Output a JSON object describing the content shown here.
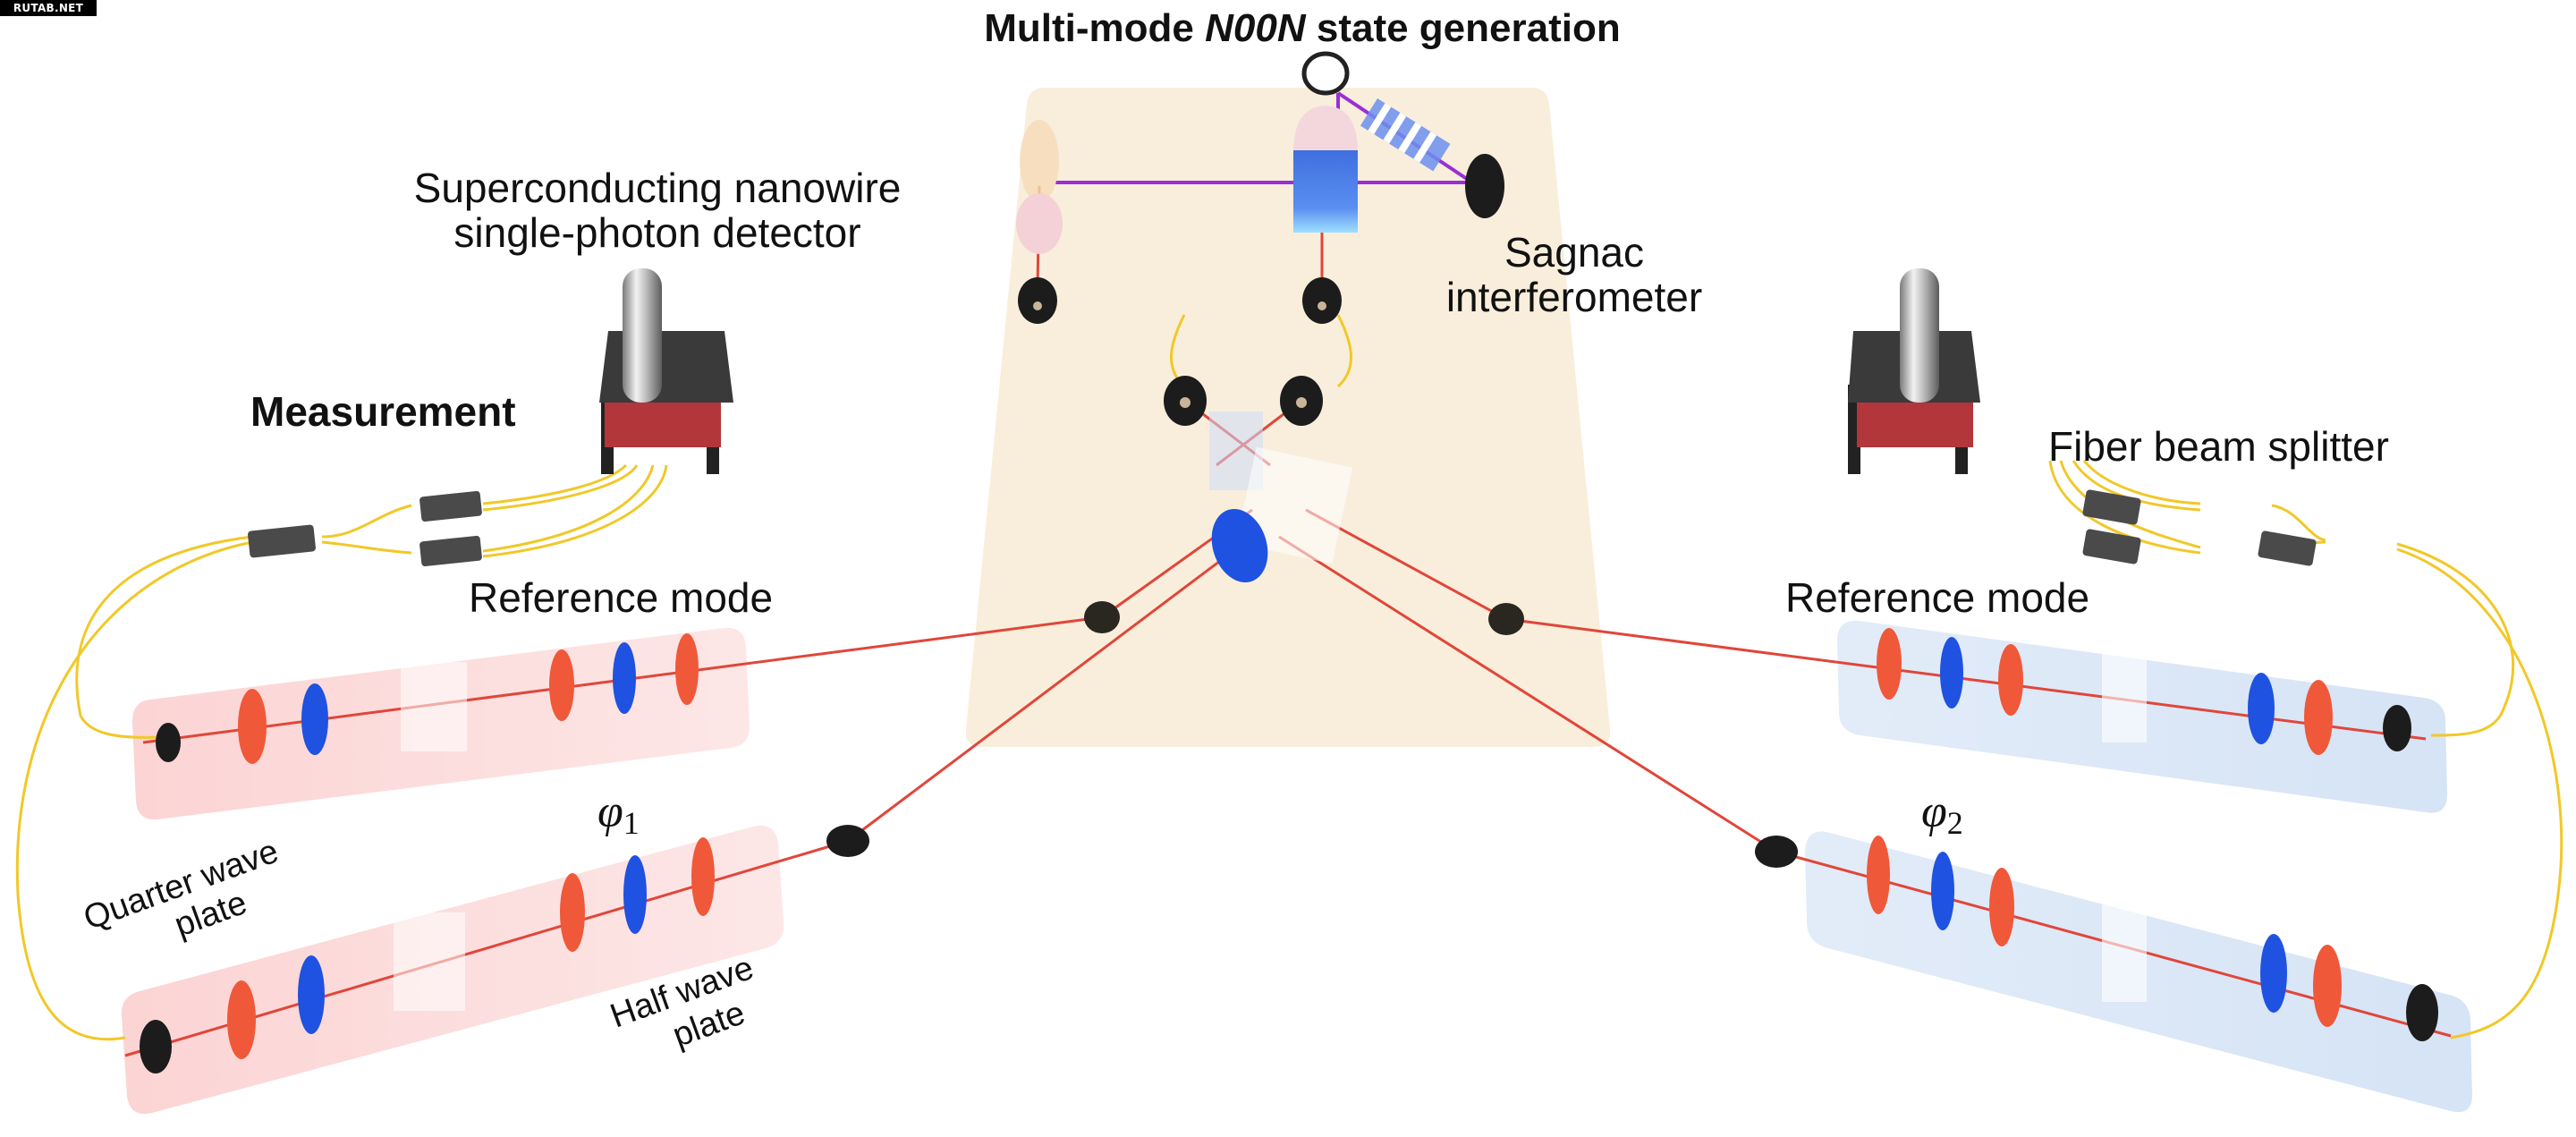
{
  "watermark": "RUTAB.NET",
  "title": {
    "prefix": "Multi-mode ",
    "italic": "N00N",
    "suffix": " state generation"
  },
  "labels": {
    "detector_line1": "Superconducting nanowire",
    "detector_line2": "single-photon detector",
    "measurement": "Measurement",
    "sagnac_line1": "Sagnac",
    "sagnac_line2": "interferometer",
    "fiber_beam_splitter": "Fiber beam splitter",
    "reference_mode_left": "Reference mode",
    "reference_mode_right": "Reference mode",
    "quarter_wave_line1": "Quarter wave",
    "quarter_wave_line2": "plate",
    "half_wave_line1": "Half wave",
    "half_wave_line2": "plate",
    "phi1_symbol": "φ",
    "phi1_sub": "1",
    "phi2_symbol": "φ",
    "phi2_sub": "2"
  },
  "colors": {
    "central_board": "#f8eed9",
    "left_panel": "#fbd3d3",
    "right_panel": "#d9e6f6",
    "beam_red": "#e0463a",
    "pump_purple": "#9a2fd6",
    "fiber_yellow": "#f1c828",
    "plate_orange": "#f0583a",
    "plate_blue": "#1f52e0",
    "mount_black": "#1c1c1c"
  }
}
